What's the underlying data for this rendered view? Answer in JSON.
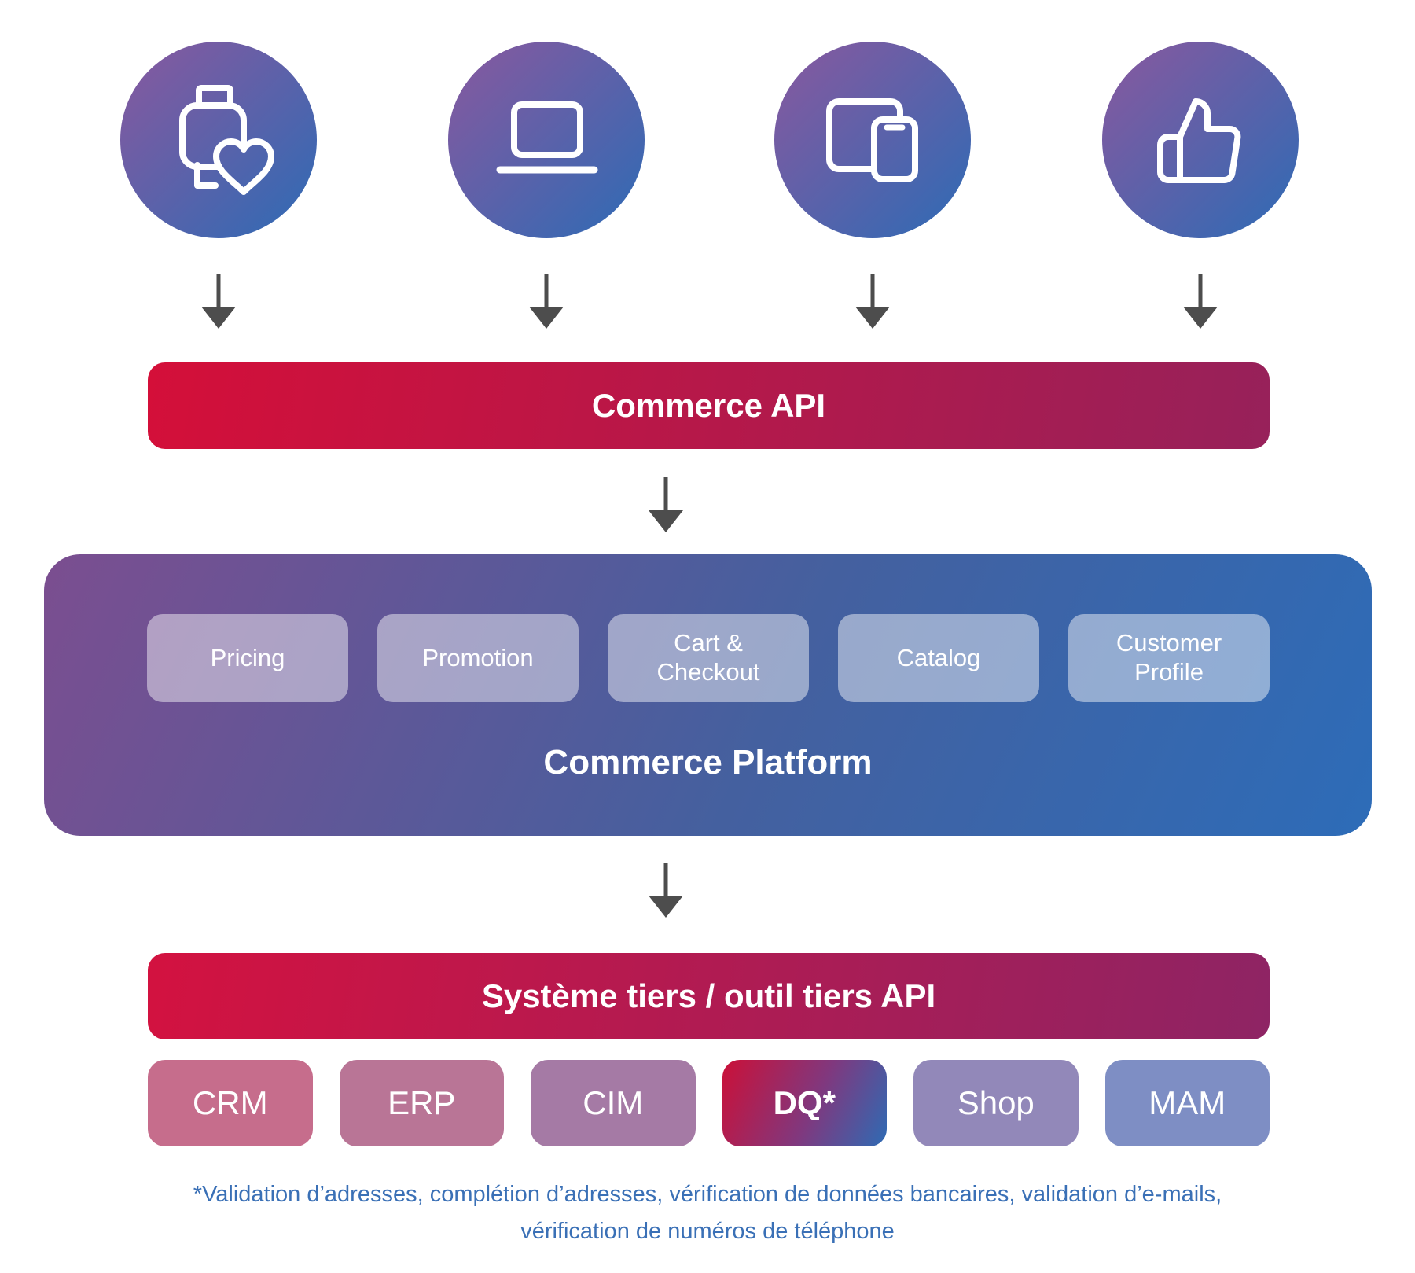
{
  "colors": {
    "circle_gradient_start": "#8a589e",
    "circle_gradient_end": "#2d6bb5",
    "arrow": "#4d4d4d",
    "api_bar_gradient": "linear-gradient(100deg, #d40f39 0%, #97215a 100%)",
    "third_party_bar_gradient": "linear-gradient(100deg, #d31240 0%, #8e2464 100%)",
    "platform_gradient": "linear-gradient(115deg, #7b4e90 0%, #44609f 55%, #2d6cb8 100%)",
    "module_bg": "rgba(255,255,255,0.46)",
    "footnote": "#3a70b6"
  },
  "channels": {
    "icons": [
      {
        "name": "smartwatch-heart-icon"
      },
      {
        "name": "laptop-icon"
      },
      {
        "name": "tablet-phone-icon"
      },
      {
        "name": "thumbs-up-icon"
      }
    ]
  },
  "commerce_api": {
    "label": "Commerce API"
  },
  "platform": {
    "label": "Commerce Platform",
    "modules": [
      "Pricing",
      "Promotion",
      "Cart &\nCheckout",
      "Catalog",
      "Customer\nProfile"
    ]
  },
  "third_party": {
    "label": "Système tiers / outil tiers API",
    "systems": [
      {
        "label": "CRM",
        "bg": "#c66d8c"
      },
      {
        "label": "ERP",
        "bg": "#b97596"
      },
      {
        "label": "CIM",
        "bg": "#a57aa5"
      },
      {
        "label": "DQ*",
        "bg": "linear-gradient(115deg, #cb1038 0%, #80387e 55%, #2e6bb4 100%)"
      },
      {
        "label": "Shop",
        "bg": "#9288b9"
      },
      {
        "label": "MAM",
        "bg": "#7e8ec4"
      }
    ]
  },
  "footnote": {
    "line1": "*Validation d’adresses, complétion d’adresses, vérification de données bancaires, validation d’e-mails,",
    "line2": "vérification de numéros de téléphone"
  }
}
